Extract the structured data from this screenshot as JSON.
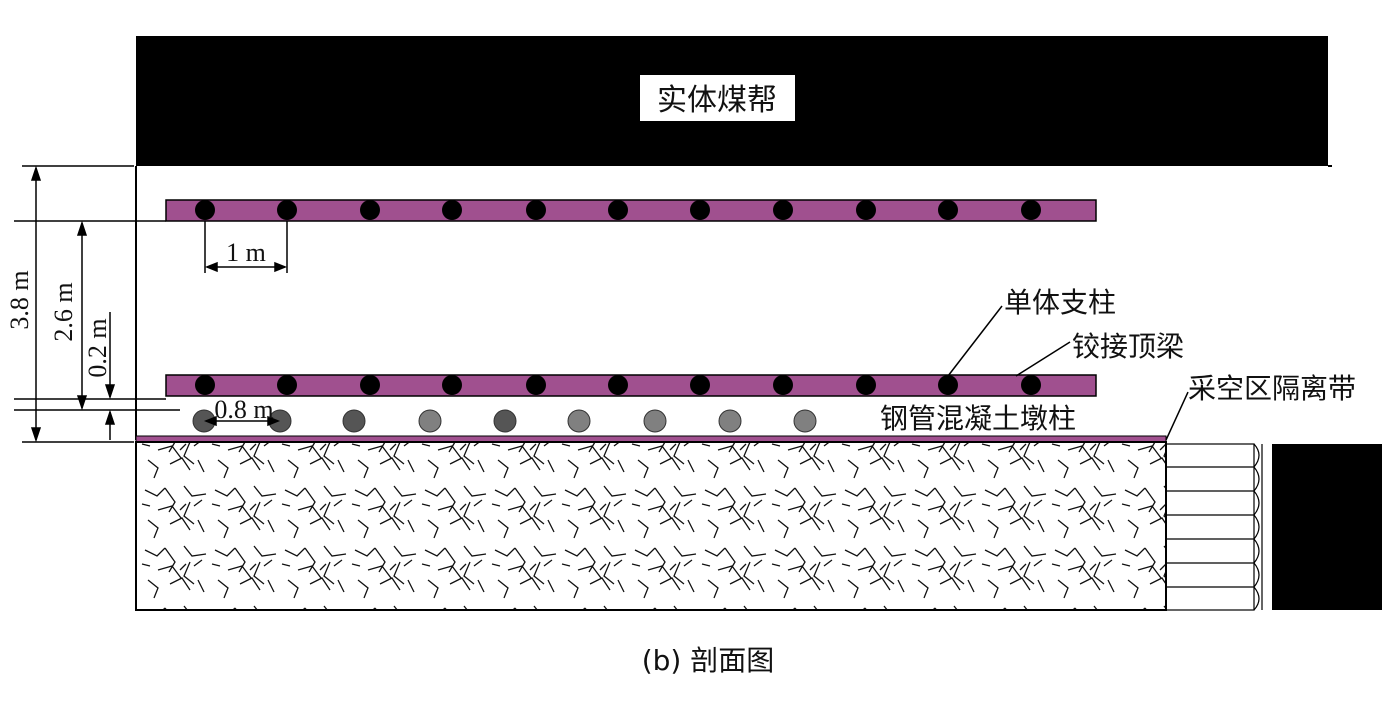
{
  "labels": {
    "coal_wall": "实体煤帮",
    "single_prop": "单体支柱",
    "hinged_beam": "铰接顶梁",
    "goaf_isolation_belt": "采空区隔离带",
    "cfst_pier_column": "钢管混凝土墩柱"
  },
  "dimensions": {
    "total_height": "3.8 m",
    "mid_height": "2.6 m",
    "small_height": "0.2 m",
    "prop_spacing": "1 m",
    "pier_spacing": "0.8 m"
  },
  "caption": "(b) 剖面图",
  "colors": {
    "beam": "#a0508f",
    "prop": "#000000",
    "pier_dark": "#555555",
    "pier_light": "#808080",
    "rock_fill": "#000000"
  }
}
